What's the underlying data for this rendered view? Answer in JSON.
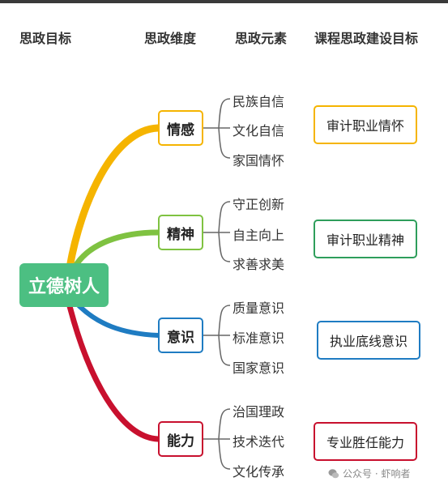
{
  "headers": {
    "goal": "思政目标",
    "dimension": "思政维度",
    "element": "思政元素",
    "course_goal": "课程思政建设目标"
  },
  "root": {
    "label": "立德树人",
    "color": "#4cbf82"
  },
  "branches": [
    {
      "label": "情感",
      "color": "#f5b400",
      "elements": [
        "民族自信",
        "文化自信",
        "家国情怀"
      ],
      "goal": "审计职业情怀"
    },
    {
      "label": "精神",
      "color": "#7fc241",
      "elements": [
        "守正创新",
        "自主向上",
        "求善求美"
      ],
      "goal": "审计职业精神"
    },
    {
      "label": "意识",
      "color": "#1f7cc2",
      "elements": [
        "质量意识",
        "标准意识",
        "国家意识"
      ],
      "goal": "执业底线意识"
    },
    {
      "label": "能力",
      "color": "#c8102e",
      "elements": [
        "治国理政",
        "技术迭代",
        "文化传承"
      ],
      "goal": "专业胜任能力"
    }
  ],
  "goal_border_colors": [
    "#f5b400",
    "#2e9e5b",
    "#1f7cc2",
    "#c8102e"
  ],
  "watermark": {
    "text": "公众号 · 虾响者",
    "icon": "wechat-icon"
  }
}
